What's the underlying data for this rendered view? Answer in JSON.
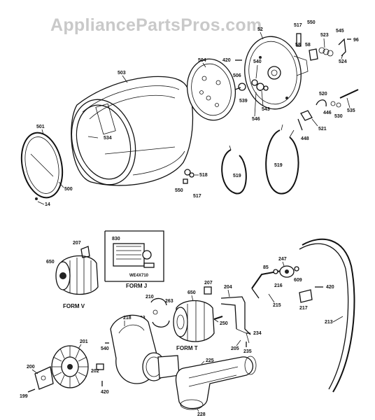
{
  "watermark": "AppliancePartsPros.com",
  "parts": {
    "p501": "501",
    "p500": "500",
    "p14": "14",
    "p503": "503",
    "p534": "534",
    "p504": "504",
    "p420a": "420",
    "p506": "506",
    "p540": "540",
    "p539": "539",
    "p543": "543",
    "p546": "546",
    "p52": "52",
    "p517a": "517",
    "p550a": "550",
    "p58": "58",
    "p523": "523",
    "p545": "545",
    "p96": "96",
    "p524": "524",
    "p520": "520",
    "p446": "446",
    "p535": "535",
    "p530": "530",
    "p521": "521",
    "p448": "448",
    "p519a": "519",
    "p519b": "519",
    "p518": "518",
    "p550b": "550",
    "p517b": "517",
    "p207a": "207",
    "p650a": "650",
    "p830": "830",
    "p650b": "650",
    "p207b": "207",
    "p204": "204",
    "p201": "201",
    "p200": "200",
    "p199": "199",
    "p202": "202",
    "p420b": "420",
    "p218": "218",
    "p540b": "540",
    "p210": "210",
    "p203": "203",
    "p263": "263",
    "p250": "250",
    "p234": "234",
    "p205": "205",
    "p235": "235",
    "p225": "225",
    "p228": "228",
    "p215": "215",
    "p85": "85",
    "p247": "247",
    "p216": "216",
    "p609": "609",
    "p420c": "420",
    "p217": "217",
    "p213": "213"
  },
  "forms": {
    "form_v": "FORM V",
    "form_j": "FORM J",
    "form_t": "FORM T",
    "we_part": "WE4X710"
  }
}
